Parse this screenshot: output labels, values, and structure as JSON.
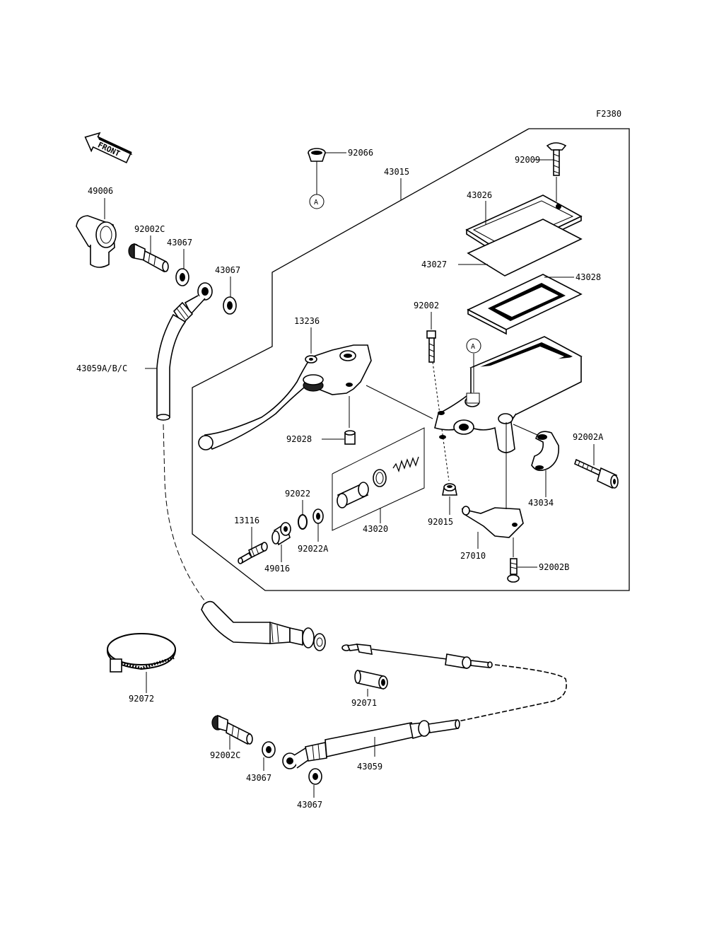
{
  "figure_code": "F2380",
  "direction_arrow": {
    "label": "FRONT"
  },
  "circled_ref": "A",
  "part_numbers": {
    "reservoir_cap_plug": "92066",
    "master_cylinder": "43015",
    "cap_screw": "92009",
    "reservoir_cap": "43026",
    "cap_plate": "43027",
    "diaphragm": "43028",
    "bleeder_screw": "92002",
    "lever": "13236",
    "lever_pin": "92028",
    "clamp_bolt": "92002A",
    "clamp_holder": "43034",
    "piston_assembly": "43020",
    "bleeder_cap": "92015",
    "switch": "27010",
    "switch_screw": "92002B",
    "snap_ring": "92022",
    "snap_ring_a": "92022A",
    "fitting": "13116",
    "boot": "49016",
    "banjo_cover": "49006",
    "banjo_bolt_upper": "92002C",
    "gasket_upper_1": "43067",
    "gasket_upper_2": "43067",
    "hose_set": "43059A/B/C",
    "band": "92072",
    "spacer": "92071",
    "banjo_bolt_lower": "92002C",
    "gasket_lower_1": "43067",
    "gasket_lower_2": "43067",
    "hose": "43059"
  }
}
